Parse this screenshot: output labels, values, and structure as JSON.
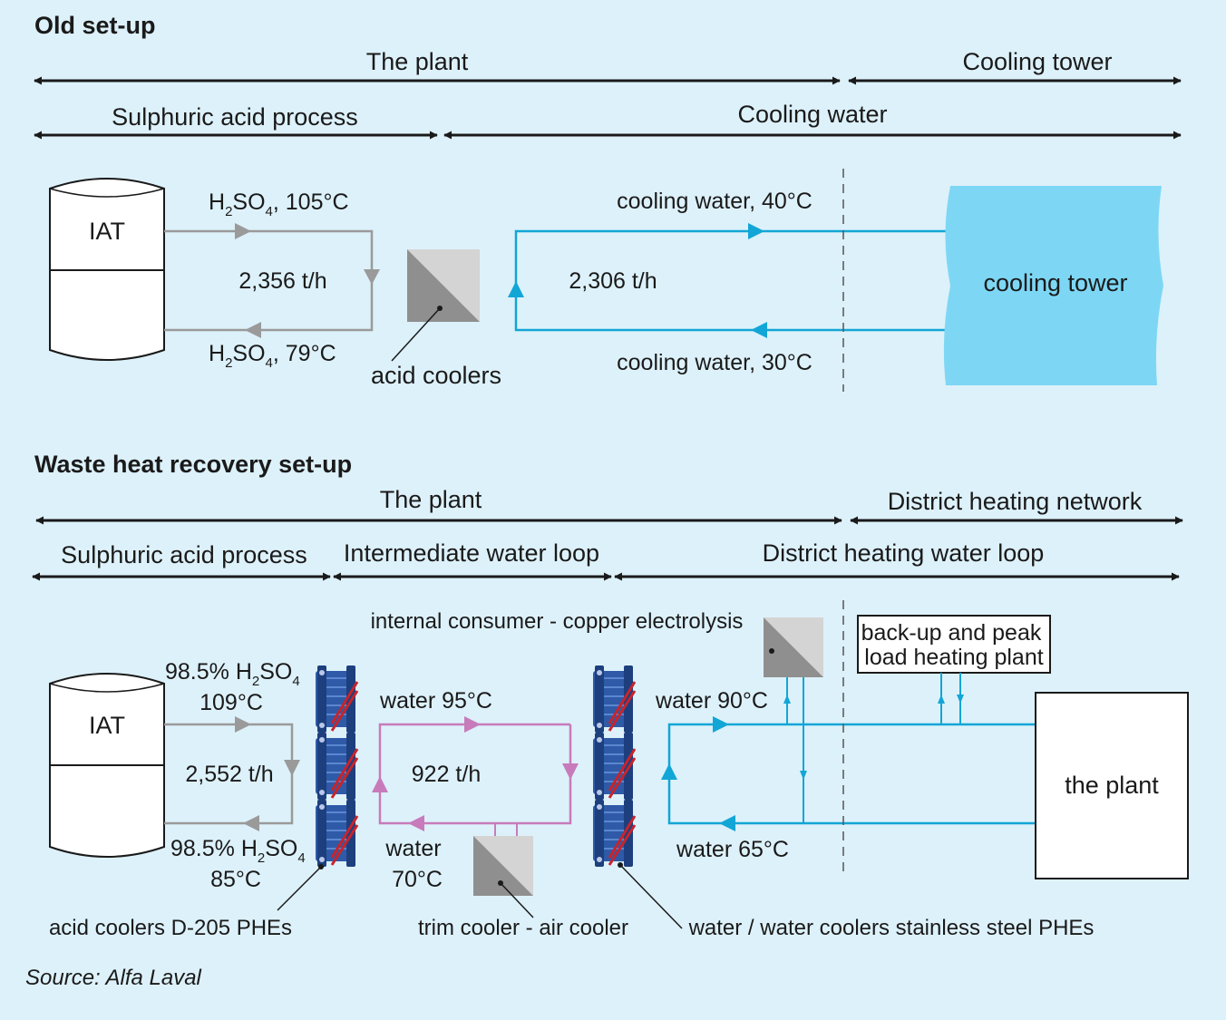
{
  "old": {
    "heading": "Old set-up",
    "the_plant": "The plant",
    "cooling_tower_top": "Cooling tower",
    "sulphuric_acid_process": "Sulphuric acid process",
    "cooling_water": "Cooling water",
    "tank": "IAT",
    "acid_hot_prefix": "H",
    "acid_hot_mid": "SO",
    "acid_hot_suffix": ", 105°C",
    "acid_sub_2": "2",
    "acid_sub_4": "4",
    "acid_cold_suffix": ", 79°C",
    "acid_flow": "2,356 t/h",
    "acid_coolers": "acid coolers",
    "cw_hot": "cooling water, 40°C",
    "cw_cold": "cooling water, 30°C",
    "cw_flow": "2,306 t/h",
    "cooling_tower": "cooling tower"
  },
  "new": {
    "heading": "Waste heat recovery set-up",
    "the_plant": "The plant",
    "district_heating_network": "District heating network",
    "sulphuric_acid_process": "Sulphuric acid process",
    "intermediate_water_loop": "Intermediate water loop",
    "district_heating_water_loop": "District heating water loop",
    "tank": "IAT",
    "acid_hot_line1": "98.5% H",
    "acid_hot_mid": "SO",
    "acid_hot_temp": "109°C",
    "acid_cold_line1": "98.5% H",
    "acid_cold_temp": "85°C",
    "acid_sub_2": "2",
    "acid_sub_4": "4",
    "acid_flow": "2,552 t/h",
    "water_95": "water 95°C",
    "loop_flow": "922 t/h",
    "water_70_line1": "water",
    "water_70_line2": "70°C",
    "water_90": "water 90°C",
    "water_65": "water 65°C",
    "internal_consumer": "internal consumer - copper electrolysis",
    "backup_line1": "back-up and peak",
    "backup_line2": "load heating plant",
    "the_plant_box": "the plant",
    "acid_coolers_label": "acid coolers D-205 PHEs",
    "trim_cooler_label": "trim cooler - air cooler",
    "ww_coolers_label": "water / water coolers stainless steel PHEs"
  },
  "source": "Source: Alfa Laval",
  "colors": {
    "background": "#ddf1fa",
    "acid_line": "#9a9a9a",
    "water_line": "#12a6d6",
    "loop_line": "#c77bbb",
    "tower_fill": "#7dd7f4",
    "phe_blue": "#2e5aa8",
    "phe_red": "#c8242b"
  },
  "icons": [
    "double-arrow-icon",
    "heat-exchanger-icon",
    "plate-heat-exchanger-icon",
    "tank-icon",
    "flow-arrow-icon"
  ]
}
